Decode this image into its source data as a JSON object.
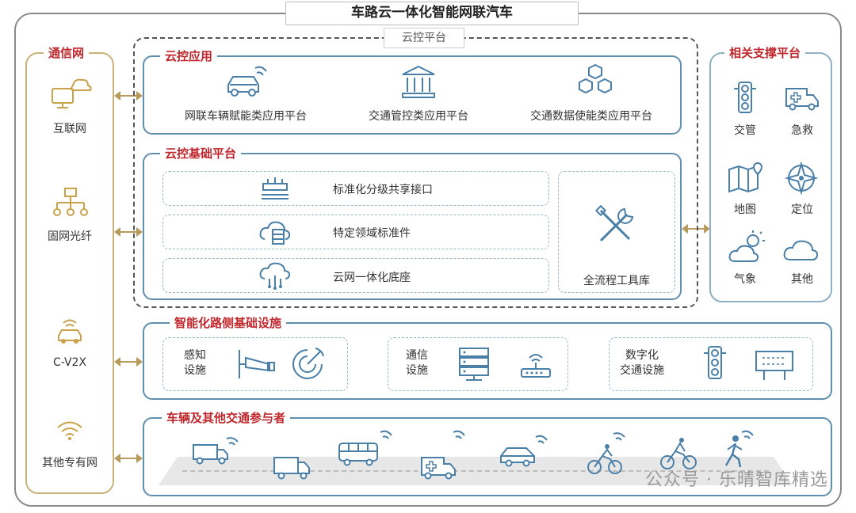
{
  "title": "车路云一体化智能网联汽车",
  "cloud_platform": {
    "title": "云控平台",
    "apps": {
      "title": "云控应用",
      "items": [
        "网联车辆赋能类应用平台",
        "交通管控类应用平台",
        "交通数据使能类应用平台"
      ]
    },
    "base": {
      "title": "云控基础平台",
      "items": [
        "标准化分级共享接口",
        "特定领域标准件",
        "云网一体化底座"
      ],
      "toolbox": "全流程工具库"
    }
  },
  "comm_network": {
    "title": "通信网",
    "items": [
      "互联网",
      "固网光纤",
      "C-V2X",
      "其他专有网"
    ]
  },
  "support_platform": {
    "title": "相关支撑平台",
    "items": [
      "交管",
      "急救",
      "地图",
      "定位",
      "气象",
      "其他"
    ]
  },
  "roadside": {
    "title": "智能化路侧基础设施",
    "groups": [
      "感知\n设施",
      "通信\n设施",
      "数字化\n交通设施"
    ]
  },
  "participants": {
    "title": "车辆及其他交通参与者"
  },
  "watermark": "公众号 · 乐晴智库精选",
  "colors": {
    "accent_red": "#c0272d",
    "box_blue": "#5f8fae",
    "icon_blue": "#4a7fa8",
    "gold": "#c9b27a"
  }
}
